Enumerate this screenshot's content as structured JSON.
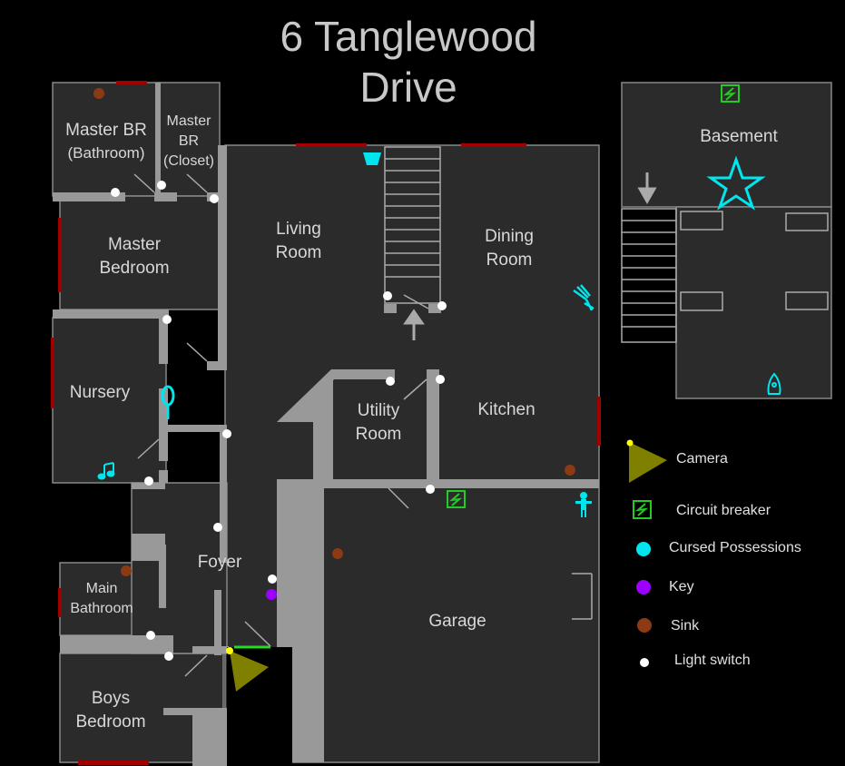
{
  "title": {
    "line1": "6 Tanglewood",
    "line2": "Drive"
  },
  "rooms": {
    "master_br_bathroom": {
      "line1": "Master BR",
      "line2": "(Bathroom)"
    },
    "master_br_closet": {
      "line1": "Master",
      "line2": "BR",
      "line3": "(Closet)"
    },
    "master_bedroom": {
      "line1": "Master",
      "line2": "Bedroom"
    },
    "living_room": {
      "line1": "Living",
      "line2": "Room"
    },
    "dining_room": {
      "line1": "Dining",
      "line2": "Room"
    },
    "nursery": {
      "line1": "Nursery"
    },
    "utility_room": {
      "line1": "Utility",
      "line2": "Room"
    },
    "kitchen": {
      "line1": "Kitchen"
    },
    "foyer": {
      "line1": "Foyer"
    },
    "main_bathroom": {
      "line1": "Main",
      "line2": "Bathroom"
    },
    "garage": {
      "line1": "Garage"
    },
    "boys_bedroom": {
      "line1": "Boys",
      "line2": "Bedroom"
    },
    "basement": {
      "line1": "Basement"
    }
  },
  "legend": [
    {
      "label": "Camera",
      "icon": "camera-icon",
      "color": "#808000"
    },
    {
      "label": "Circuit breaker",
      "icon": "circuit-breaker-icon",
      "color": "#22cc22"
    },
    {
      "label": "Cursed Possessions",
      "icon": "cursed-possession-icon",
      "color": "#00e5ee"
    },
    {
      "label": "Key",
      "icon": "key-icon",
      "color": "#9b00ff"
    },
    {
      "label": "Sink",
      "icon": "sink-icon",
      "color": "#8b3a14"
    },
    {
      "label": "Light switch",
      "icon": "light-switch-icon",
      "color": "#ffffff"
    }
  ],
  "colors": {
    "background": "#000000",
    "floor": "#2b2b2b",
    "wall": "#999999",
    "window": "#a00000",
    "cursed": "#00e5ee",
    "breaker": "#22cc22",
    "sink": "#8b3a14",
    "key": "#9b00ff",
    "camera": "#808000",
    "camera_dot": "#ffff00"
  },
  "cursed_items": [
    "tarot-cards-icon",
    "voodoo-doll-icon",
    "summoning-circle-icon",
    "haunted-mirror-icon",
    "music-box-icon",
    "ouija-board-icon",
    "monkey-paw-icon"
  ]
}
